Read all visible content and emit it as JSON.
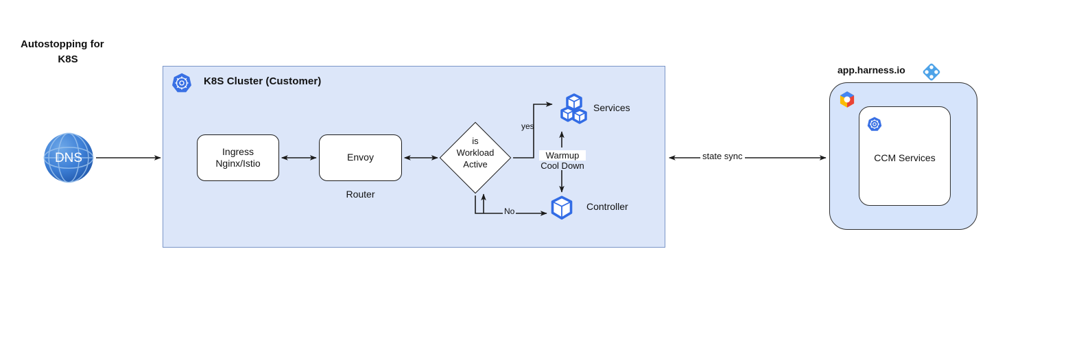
{
  "diagram": {
    "title_line1": "Autostopping for",
    "title_line2": "K8S",
    "cluster": {
      "title": "K8S Cluster (Customer)",
      "icon": "kubernetes-icon",
      "nodes": {
        "ingress": "Ingress\nNginx/Istio",
        "envoy": "Envoy",
        "router_caption": "Router",
        "decision": "is\nWorkload\nActive",
        "services": "Services",
        "controller": "Controller"
      },
      "edge_labels": {
        "yes": "yes",
        "no": "No",
        "warmup": "Warmup",
        "cooldown": "Cool Down"
      }
    },
    "external": {
      "dns": "DNS",
      "state_sync": "state sync",
      "harness_label": "app.harness.io",
      "harness_icon": "harness-logo-icon",
      "cloud_icon": "gcp-logo-icon",
      "ccm_services": "CCM Services",
      "ccm_icon": "kubernetes-icon"
    },
    "colors": {
      "cluster_fill": "#dce6f9",
      "cluster_border": "#7a95c7",
      "harness_fill": "#d6e4fb",
      "harness_border": "#2f2f2f",
      "node_fill": "#ffffff",
      "node_border": "#1b1b1b",
      "k8s_blue": "#3970e4",
      "pod_blue": "#326ce5",
      "dns_blue": "#2f6fd0",
      "harness_logo_blue": "#4da3e8",
      "connector": "#1b1b1b"
    }
  }
}
